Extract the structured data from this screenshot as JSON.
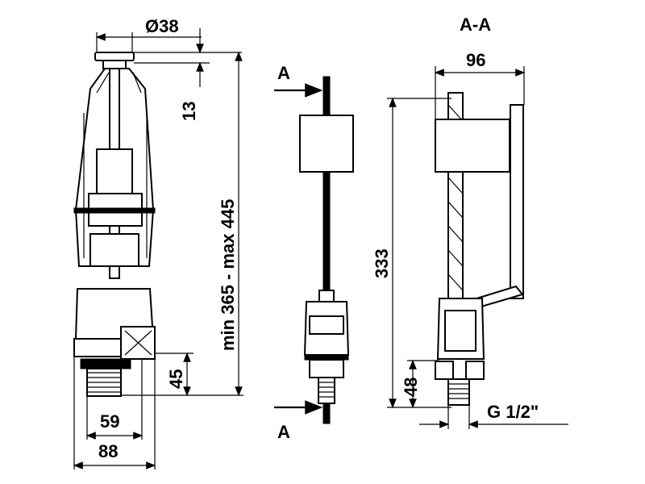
{
  "drawing": {
    "left_view": {
      "cap_diameter": "Ø38",
      "cap_height": "13",
      "height_range": "min 365 - max 445",
      "thread_height": "45",
      "thread_width": "59",
      "base_width": "88"
    },
    "middle_view": {
      "section_top": "A",
      "section_bottom": "A"
    },
    "section_view": {
      "title": "A-A",
      "width": "96",
      "height": "333",
      "thread_height": "48",
      "thread_size": "G 1/2\""
    }
  }
}
